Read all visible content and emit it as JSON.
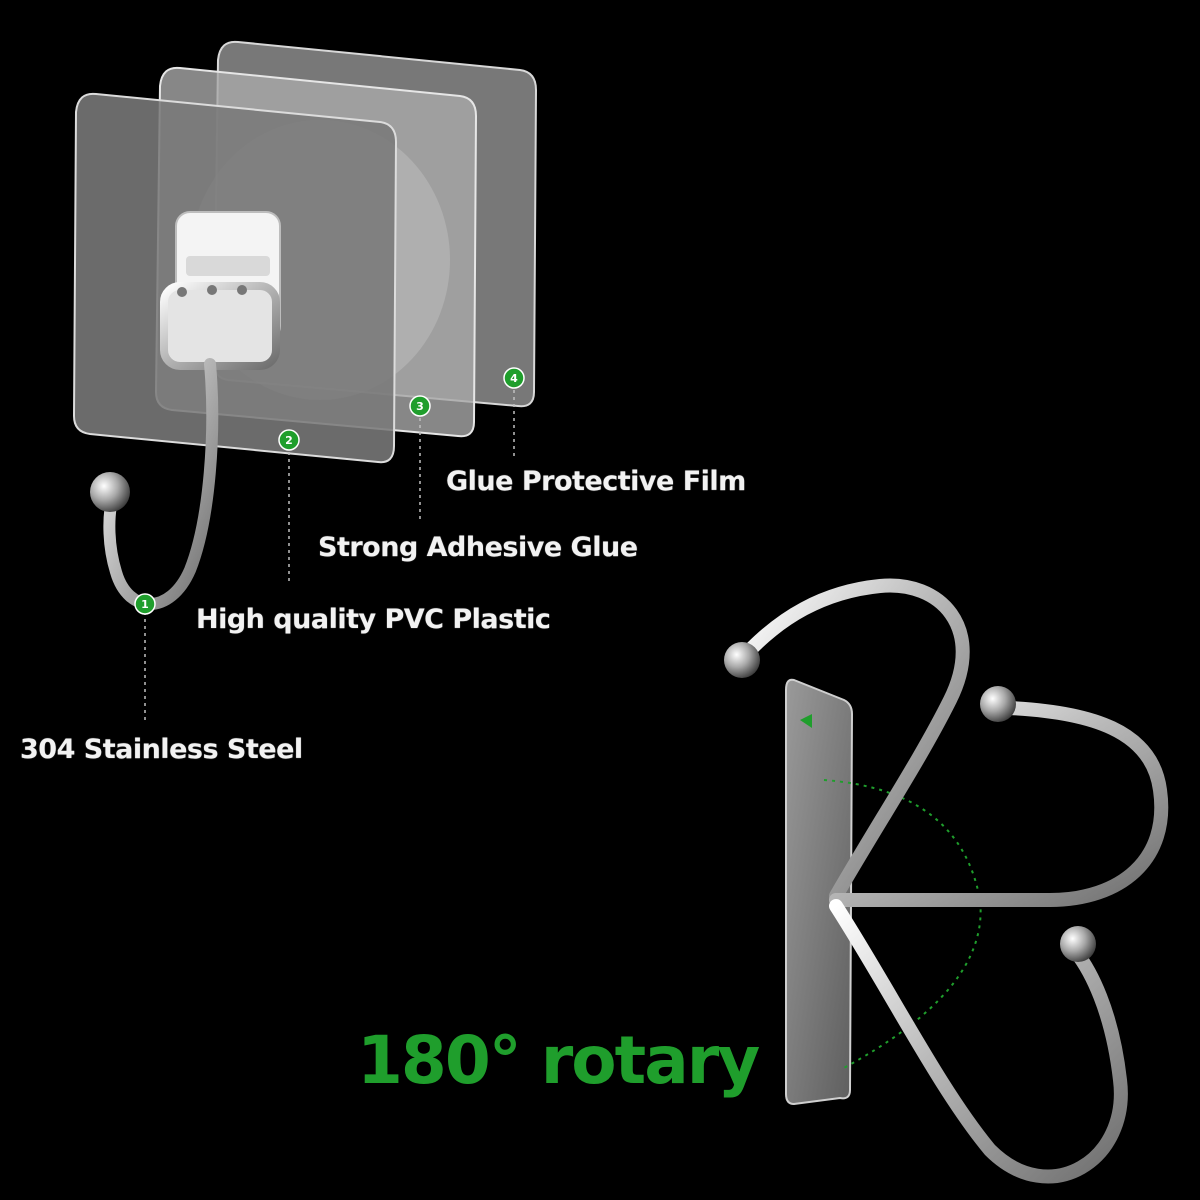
{
  "callouts": [
    {
      "number": "1",
      "label": "304 Stainless Steel"
    },
    {
      "number": "2",
      "label": "High quality PVC Plastic"
    },
    {
      "number": "3",
      "label": "Strong Adhesive Glue"
    },
    {
      "number": "4",
      "label": "Glue Protective Film"
    }
  ],
  "headline": "180° rotary",
  "colors": {
    "background": "#000000",
    "accent_green": "#1f9e2c",
    "label_text": "#f2f2f2",
    "steel": "#c8c8c8"
  }
}
